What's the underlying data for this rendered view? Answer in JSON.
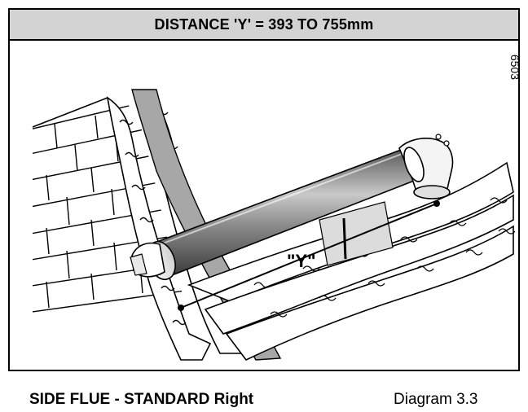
{
  "header": {
    "title": "DISTANCE 'Y' = 393 TO 755mm"
  },
  "figure": {
    "number": "6503",
    "dimension_label": "\"Y\""
  },
  "footer": {
    "caption": "SIDE FLUE -  STANDARD Right",
    "diagram_ref": "Diagram 3.3"
  }
}
